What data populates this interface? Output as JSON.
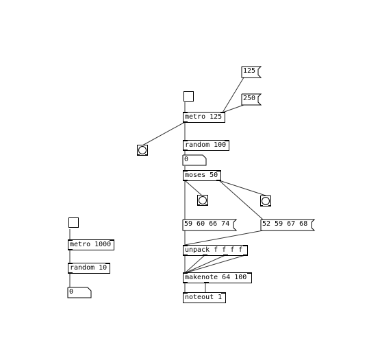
{
  "patch": {
    "messages": {
      "msg_125": "125",
      "msg_250": "250",
      "msg_chord_a": "59 60 66 74",
      "msg_chord_b": "52 59 67 68"
    },
    "objects": {
      "metro_125": "metro 125",
      "random_100": "random 100",
      "moses_50": "moses 50",
      "unpack": "unpack f f f f",
      "makenote": "makenote 64 100",
      "noteout": "noteout 1",
      "metro_1000": "metro 1000",
      "random_10": "random 10"
    },
    "numbers": {
      "num_right": "0",
      "num_left": "0"
    },
    "guis": {
      "toggle_right_icon": "toggle-icon",
      "toggle_left_icon": "toggle-icon",
      "bang_icon": "bang-icon"
    }
  }
}
